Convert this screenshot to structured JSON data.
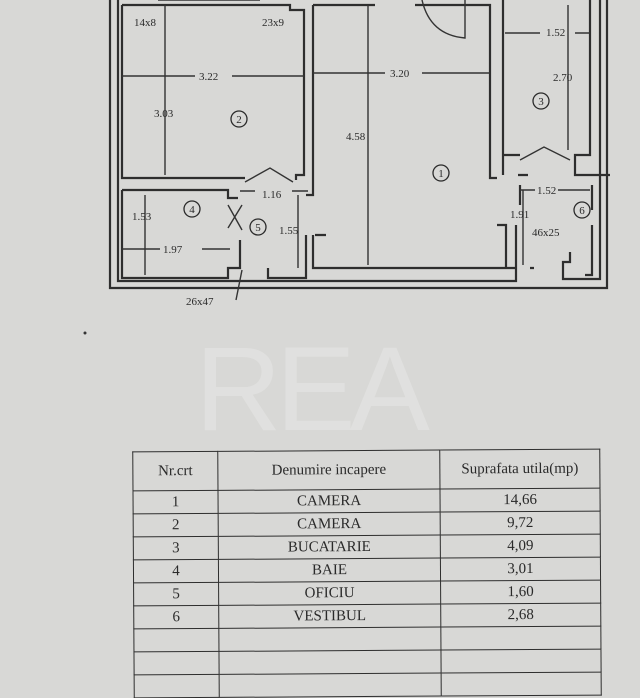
{
  "plan": {
    "dimensions": {
      "r2_top_left": "14x8",
      "r2_top_right": "23x9",
      "r2_width": "3.22",
      "r2_height": "3.03",
      "r1_width": "3.20",
      "r1_height": "4.58",
      "r3_width": "1.52",
      "r3_height": "2.70",
      "door_r5": "1.16",
      "r4_height": "1.53",
      "r4_width": "1.97",
      "r5_height": "1.55",
      "r6_width": "1.52",
      "r6_height": "1.91",
      "r6_niche": "46x25",
      "r5_niche": "26x47"
    },
    "room_numbers": [
      "1",
      "2",
      "3",
      "4",
      "5",
      "6"
    ]
  },
  "watermark": "REA",
  "table": {
    "headers": [
      "Nr.crt",
      "Denumire incapere",
      "Suprafata utila(mp)"
    ],
    "rows": [
      {
        "nr": "1",
        "name": "CAMERA",
        "area": "14,66"
      },
      {
        "nr": "2",
        "name": "CAMERA",
        "area": "9,72"
      },
      {
        "nr": "3",
        "name": "BUCATARIE",
        "area": "4,09"
      },
      {
        "nr": "4",
        "name": "BAIE",
        "area": "3,01"
      },
      {
        "nr": "5",
        "name": "OFICIU",
        "area": "1,60"
      },
      {
        "nr": "6",
        "name": "VESTIBUL",
        "area": "2,68"
      }
    ]
  }
}
